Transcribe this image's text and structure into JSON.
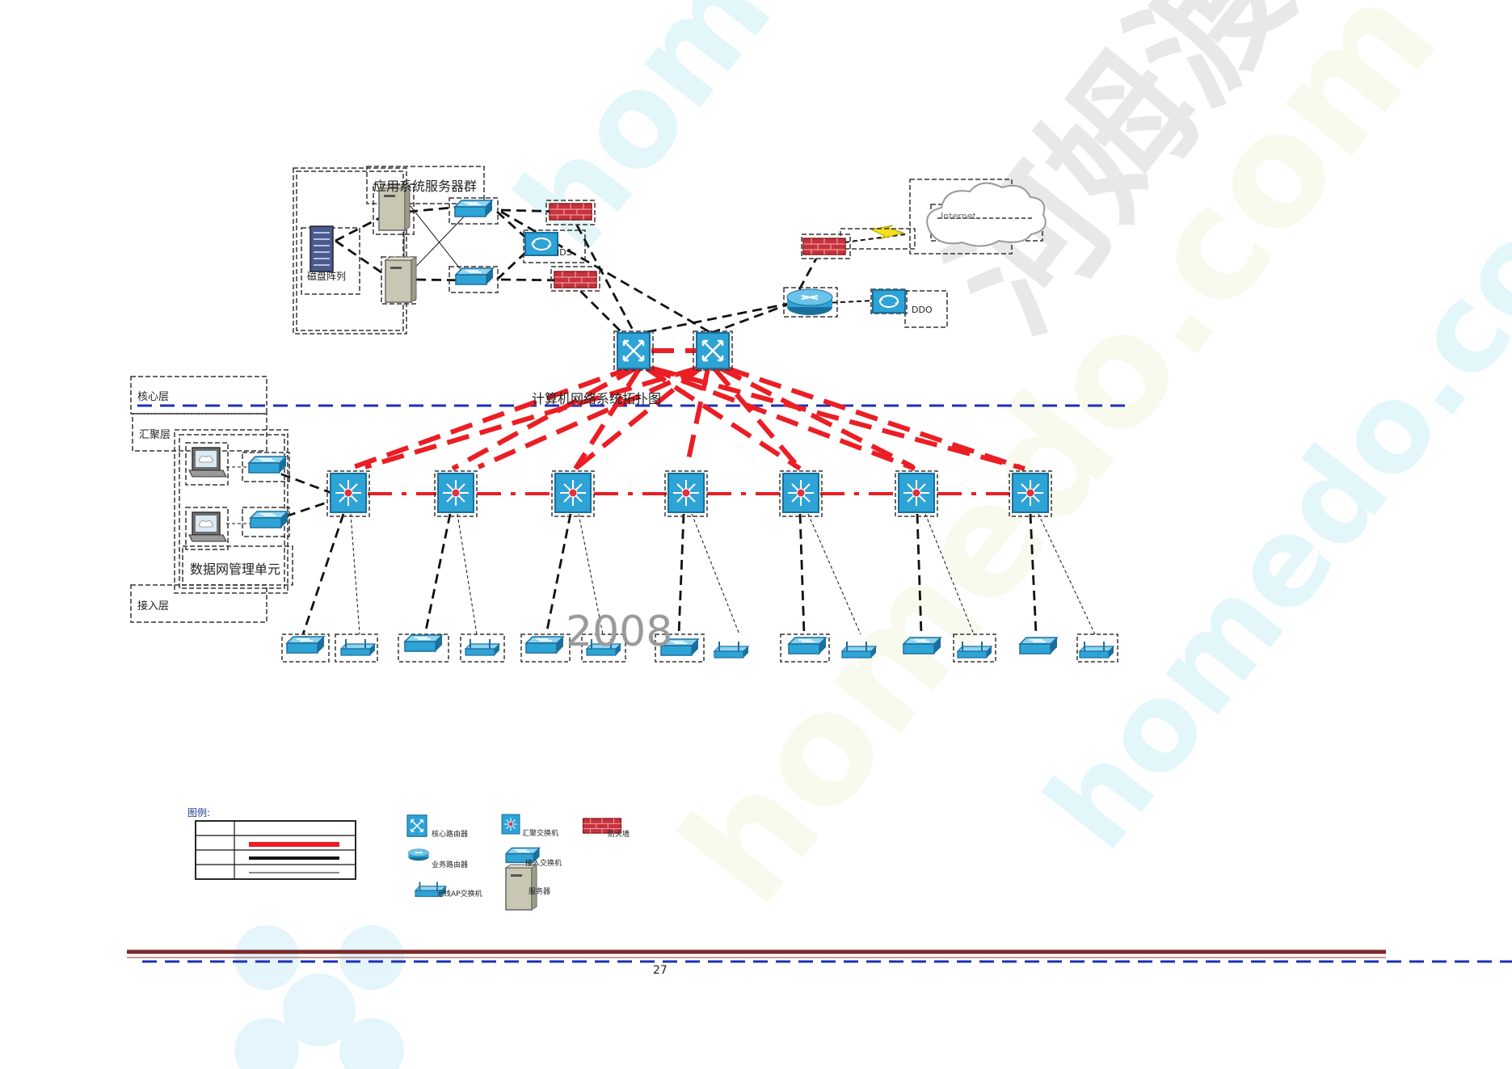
{
  "diagram": {
    "title": "计算机网络系统拓扑图",
    "year_mark": "2008",
    "page_number": "27",
    "groups": {
      "app_servers": "应用系统服务器群",
      "disk_array": "磁盘阵列",
      "ids": "IDS",
      "ddo": "DDO",
      "internet": "Internet",
      "mgmt_unit": "数据网管理单元"
    },
    "layers": {
      "core": "核心层",
      "aggregation": "汇聚层",
      "access": "接入层"
    },
    "legend": {
      "title": "图例:",
      "items": {
        "core_router": "核心路由器",
        "agg_switch": "汇聚交换机",
        "firewall": "防火墙",
        "service_router": "业务路由器",
        "access_switch": "接入交换机",
        "wireless_ap": "无线AP交换机",
        "server": "服务器"
      }
    },
    "colors": {
      "device_blue": "#2ea3d6",
      "device_dark": "#1a6f9c",
      "firewall_red": "#c8323c",
      "link_red": "#ea1e24",
      "link_black": "#111111",
      "layer_line_blue": "#1f2fb8",
      "footer_line": "#7a2a2a"
    },
    "watermarks": [
      "homedo.com",
      "河姆渡"
    ]
  }
}
